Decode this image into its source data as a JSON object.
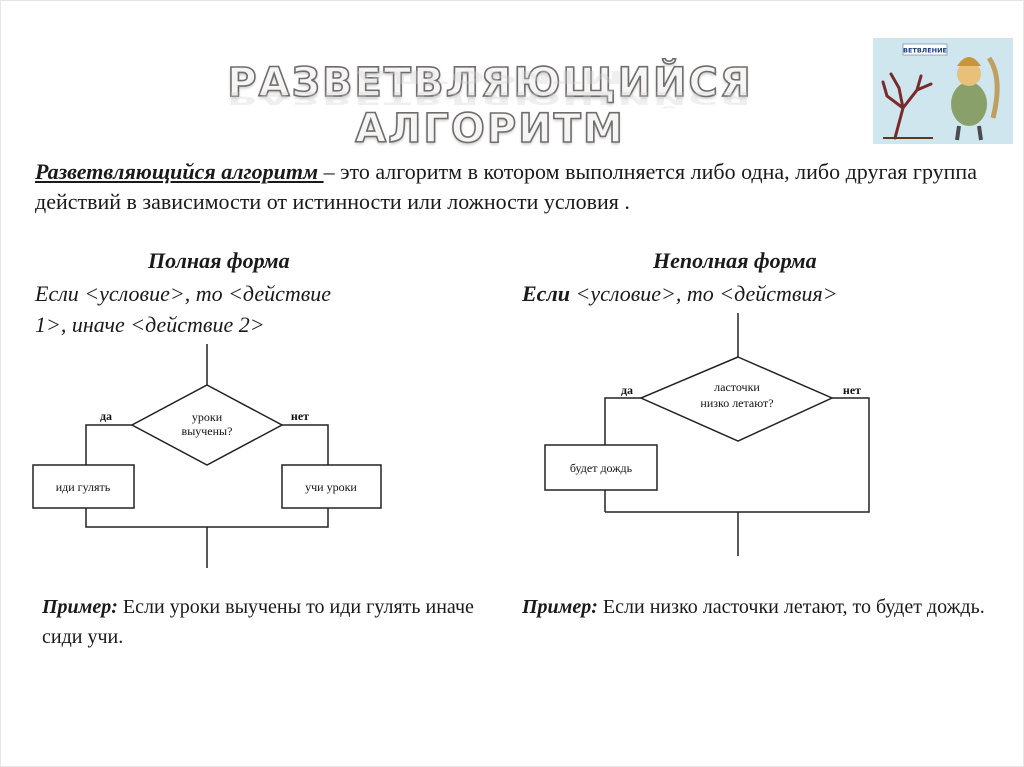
{
  "slide": {
    "title": "РАЗВЕТВЛЯЮЩИЙСЯ АЛГОРИТМ",
    "picture_caption": "ВЕТВЛЕНИЕ",
    "definition": {
      "term": "Разветвляющийся алгоритм ",
      "text": "– это алгоритм в котором выполняется либо одна, либо другая группа действий в зависимости от истинности или ложности условия ."
    }
  },
  "full_form": {
    "heading": "Полная форма",
    "line1": "Если <условие>, то <действие",
    "line2": "1>, иначе <действие 2>",
    "diagram": {
      "condition_line1": "уроки",
      "condition_line2": "выучены?",
      "yes_label": "да",
      "no_label": "нет",
      "yes_action": "иди гулять",
      "no_action": "учи уроки"
    },
    "example_label": "Пример:",
    "example_text": " Если уроки выучены то иди гулять иначе сиди учи."
  },
  "partial_form": {
    "heading": "Неполная форма",
    "line_keyword": "Если",
    "line_rest": " <условие>, то <действия>",
    "diagram": {
      "condition_line1": "ласточки",
      "condition_line2": "низко летают?",
      "yes_label": "да",
      "no_label": "нет",
      "yes_action": "будет дождь"
    },
    "example_label": "Пример:",
    "example_text": " Если низко ласточки летают, то будет дождь."
  },
  "colors": {
    "line": "#222222",
    "title_fill": "#f7f4f4",
    "title_stroke": "#6e6e6e",
    "picture_bg": "#cfe6ee"
  },
  "icons": {
    "picture": "branching-tree-illustration"
  }
}
